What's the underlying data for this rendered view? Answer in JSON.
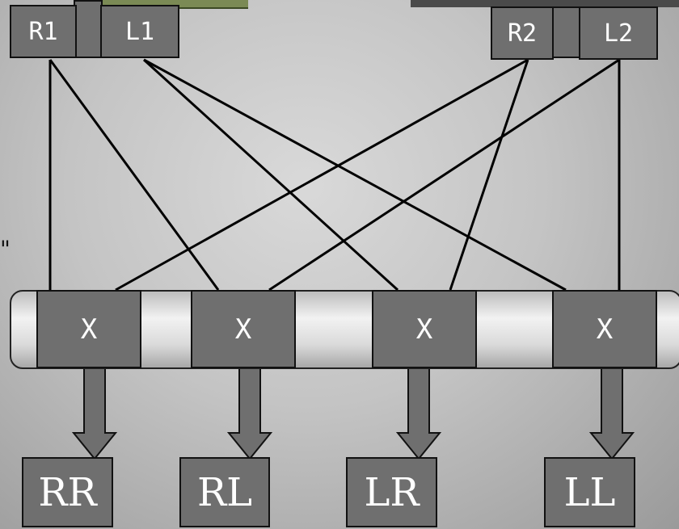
{
  "top_left": {
    "r1": "R1",
    "l1": "L1"
  },
  "top_right": {
    "r2": "R2",
    "l2": "L2"
  },
  "crossbar": {
    "cells": [
      "X",
      "X",
      "X",
      "X"
    ]
  },
  "outputs": [
    "RR",
    "RL",
    "LR",
    "LL"
  ],
  "fragment_quote": "\"",
  "colors": {
    "node_fill": "#6f6f6f",
    "node_border": "#111111",
    "node_text": "#ffffff",
    "wire": "#000000",
    "bus_highlight": "#f2f2f2"
  }
}
